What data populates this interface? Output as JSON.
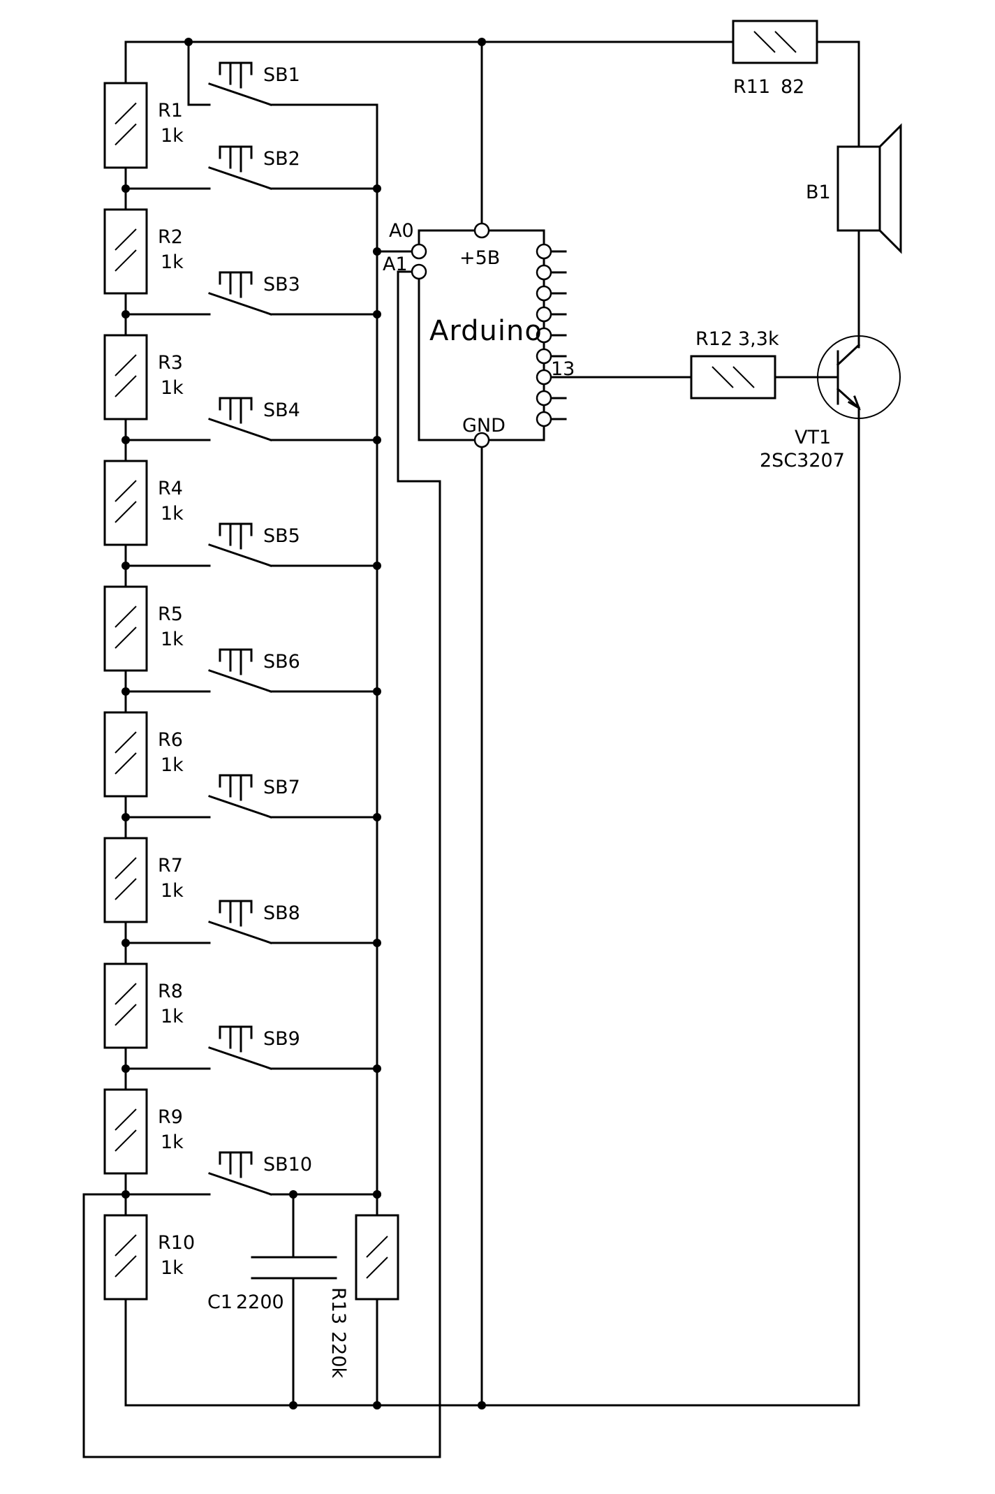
{
  "title": "Arduino 10-key resistor-ladder keyboard with speaker output",
  "colors": {
    "line": "#000000",
    "background": "#ffffff"
  },
  "resistor_ladder": [
    {
      "ref": "R1",
      "value": "1k"
    },
    {
      "ref": "R2",
      "value": "1k"
    },
    {
      "ref": "R3",
      "value": "1k"
    },
    {
      "ref": "R4",
      "value": "1k"
    },
    {
      "ref": "R5",
      "value": "1k"
    },
    {
      "ref": "R6",
      "value": "1k"
    },
    {
      "ref": "R7",
      "value": "1k"
    },
    {
      "ref": "R8",
      "value": "1k"
    },
    {
      "ref": "R9",
      "value": "1k"
    },
    {
      "ref": "R10",
      "value": "1k"
    }
  ],
  "buttons": [
    "SB1",
    "SB2",
    "SB3",
    "SB4",
    "SB5",
    "SB6",
    "SB7",
    "SB8",
    "SB9",
    "SB10"
  ],
  "arduino": {
    "label": "Arduino",
    "pin_a0": "A0",
    "pin_a1": "A1",
    "pin_5v": "+5B",
    "pin_gnd": "GND",
    "pin_13": "13"
  },
  "r11": {
    "ref": "R11",
    "value": "82"
  },
  "r12": {
    "ref": "R12",
    "value": "3,3k"
  },
  "r13": {
    "ref": "R13",
    "value": "220k"
  },
  "c1": {
    "ref": "C1",
    "value": "2200"
  },
  "speaker": {
    "ref": "B1"
  },
  "transistor": {
    "ref": "VT1",
    "part": "2SC3207"
  }
}
